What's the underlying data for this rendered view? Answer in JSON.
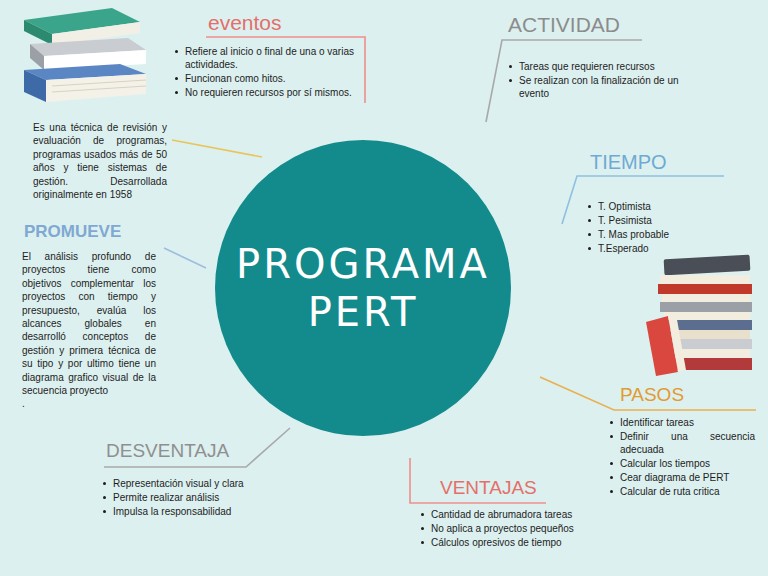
{
  "diagram": {
    "nodes": [
      {
        "text": [
          "PROGRAMA PERT"
        ]
      }
    ],
    "labels": [
      "eventos",
      "Refiere al inicio o final de una o varias actividades.",
      "Funcionan como hitos.",
      "No requieren recursos por sí mismos.",
      "ACTIVIDAD",
      "Tareas que requieren recursos",
      "Se realizan con la finalización de un evento",
      "Es una técnica de revisión y evaluación de programas, programas usados más de 50 años y tiene sistemas de gestión. Desarrollada originalmente en 1958",
      "TIEMPO",
      "T. Optimista",
      "T. Pesimista",
      "T. Mas probable",
      "T.Esperado",
      "PROMUEVE",
      "El análisis profundo de proyectos tiene como objetivos complementar los proyectos con tiempo y presupuesto, evalúa los alcances globales en desarrolló conceptos de gestión y primera técnica de su tipo y por ultimo tiene un diagrama grafico visual de la secuencia proyecto",
      ".",
      "PASOS",
      "Identificar tareas",
      "Definir una secuencia adecuada",
      "Calcular los tiempos",
      "Cear diagrama de PERT",
      "Calcular de ruta critica",
      "DESVENTAJA",
      "Representación visual y clara",
      "Permite realizar análisis",
      "Impulsa la responsabilidad",
      "VENTAJAS",
      "Cantidad de abrumadora tareas",
      "No aplica a proyectos pequeños",
      "Cálculos opresivos de tiempo"
    ]
  }
}
